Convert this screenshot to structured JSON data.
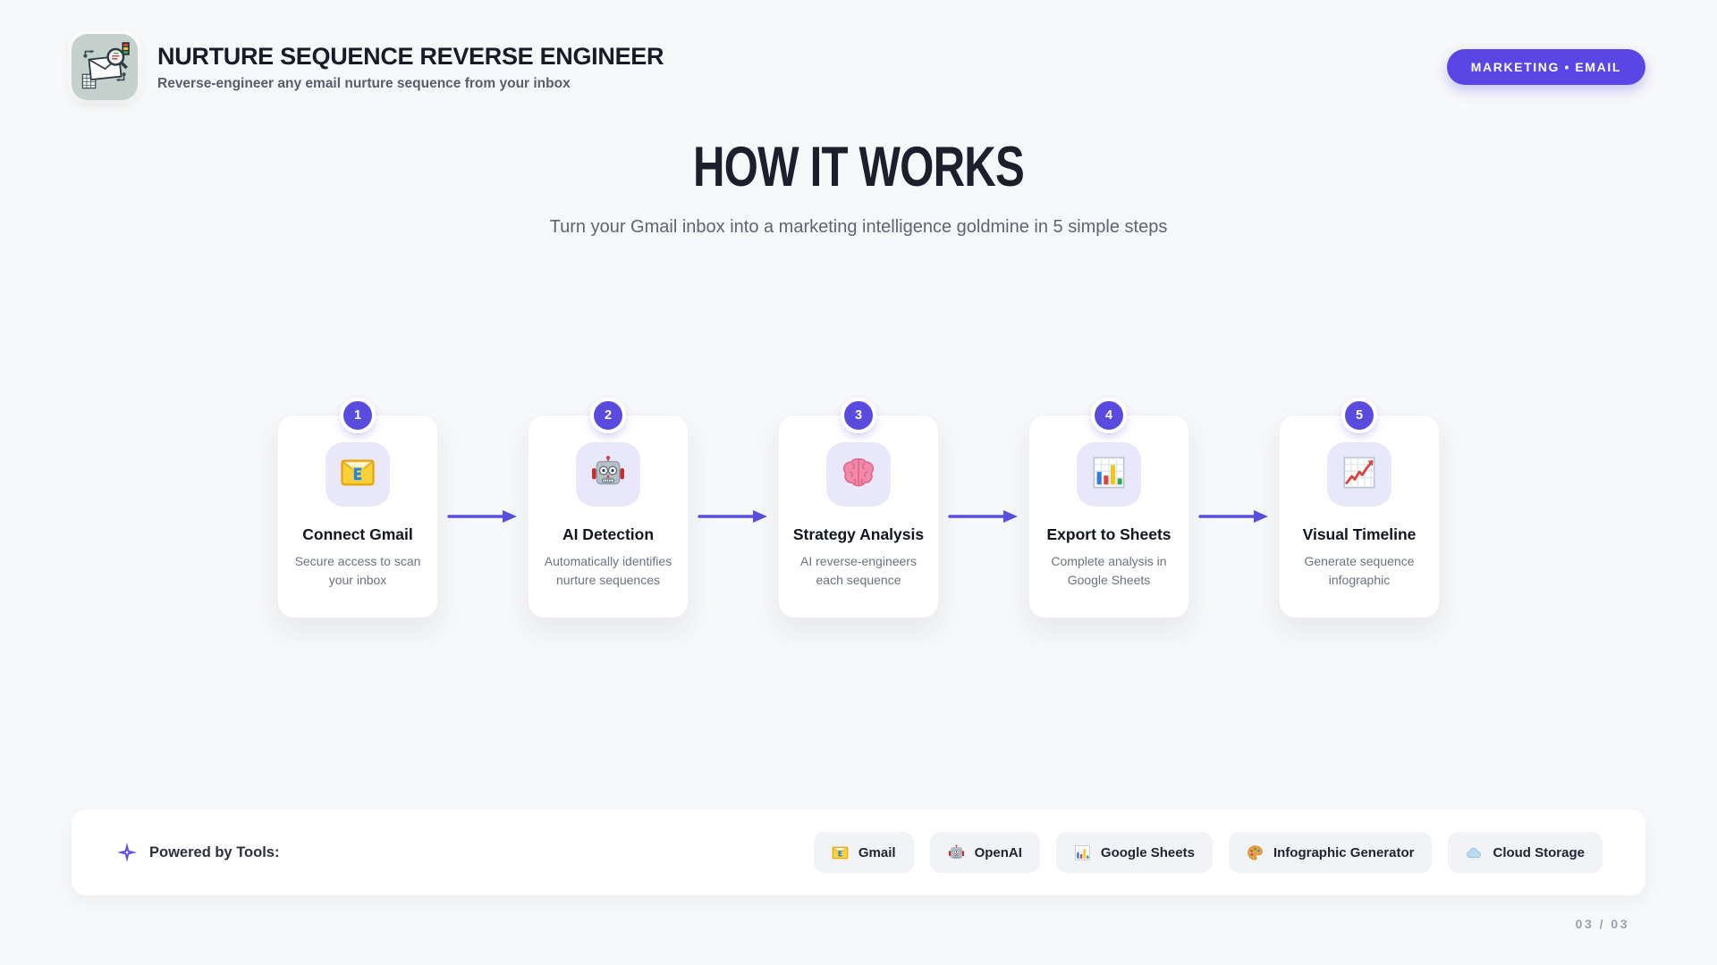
{
  "header": {
    "app_title": "NURTURE SEQUENCE REVERSE ENGINEER",
    "app_subtitle": "Reverse-engineer any email nurture sequence from your inbox",
    "logo_icon": "email-detective-logo",
    "category_badge": "MARKETING • EMAIL"
  },
  "hero": {
    "title": "HOW IT WORKS",
    "subtitle": "Turn your Gmail inbox into a marketing intelligence goldmine in 5 simple steps"
  },
  "steps": [
    {
      "number": "1",
      "icon": "email-icon",
      "title": "Connect Gmail",
      "description": "Secure access to scan your inbox"
    },
    {
      "number": "2",
      "icon": "robot-icon",
      "title": "AI Detection",
      "description": "Automatically identifies nurture sequences"
    },
    {
      "number": "3",
      "icon": "brain-icon",
      "title": "Strategy Analysis",
      "description": "AI reverse-engineers each sequence"
    },
    {
      "number": "4",
      "icon": "bar-chart-icon",
      "title": "Export to Sheets",
      "description": "Complete analysis in Google Sheets"
    },
    {
      "number": "5",
      "icon": "line-chart-icon",
      "title": "Visual Timeline",
      "description": "Generate sequence infographic"
    }
  ],
  "footer": {
    "label_icon": "sparkle-icon",
    "label": "Powered by Tools:",
    "tools": [
      {
        "icon": "email-icon",
        "name": "Gmail"
      },
      {
        "icon": "robot-icon",
        "name": "OpenAI"
      },
      {
        "icon": "bar-chart-icon",
        "name": "Google Sheets"
      },
      {
        "icon": "palette-icon",
        "name": "Infographic Generator"
      },
      {
        "icon": "cloud-icon",
        "name": "Cloud Storage"
      }
    ]
  },
  "pagination": {
    "text": "03 / 03",
    "current": "03",
    "total": "03"
  },
  "colors": {
    "accent": "#5a4be0",
    "page_bg": "#f7f8f9",
    "card_bg": "#ffffff",
    "icon_tile_bg": "#e9e8fb",
    "chip_bg": "#f2f3f6",
    "badge_bg": "#5a46e4",
    "title_text": "#1b202c",
    "muted_text": "#6b7280"
  }
}
